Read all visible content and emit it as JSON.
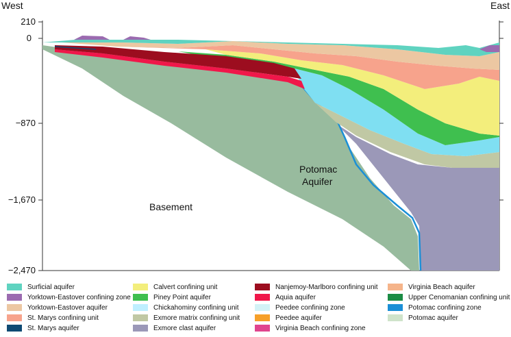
{
  "header": {
    "west_label": "West",
    "east_label": "East"
  },
  "axis": {
    "ticks": [
      "210",
      "0",
      "−870",
      "−1,670",
      "−2,470"
    ]
  },
  "labels": {
    "potomac_line1": "Potomac",
    "potomac_line2": "Aquifer",
    "basement": "Basement"
  },
  "legend": [
    {
      "label": "Surficial aquifer",
      "color": "#5fd3c0"
    },
    {
      "label": "Yorktown-Eastover confining zone",
      "color": "#9b6bb0"
    },
    {
      "label": "Yorktown-Eastover aquifer",
      "color": "#ecc7a2"
    },
    {
      "label": "St. Marys confining unit",
      "color": "#f7a38c"
    },
    {
      "label": "St. Marys aquifer",
      "color": "#0f4a73"
    },
    {
      "label": "Calvert confining unit",
      "color": "#f3ee7c"
    },
    {
      "label": "Piney Point aquifer",
      "color": "#3fbf4f"
    },
    {
      "label": "Chickahominy confining unit",
      "color": "#bfefff"
    },
    {
      "label": "Exmore matrix confining unit",
      "color": "#c0c8a4"
    },
    {
      "label": "Exmore clast aquifer",
      "color": "#9b98b8"
    },
    {
      "label": "Nanjemoy-Marlboro confining unit",
      "color": "#9c0d1f"
    },
    {
      "label": "Aquia aquifer",
      "color": "#f0174a"
    },
    {
      "label": "Peedee confining zone",
      "color": "#d3f2f6"
    },
    {
      "label": "Peedee aquifer",
      "color": "#f6a02a"
    },
    {
      "label": "Virginia Beach confining zone",
      "color": "#e0448e"
    },
    {
      "label": "Virginia Beach aquifer",
      "color": "#f5b48a"
    },
    {
      "label": "Upper Cenomanian confining unit",
      "color": "#1c8c45"
    },
    {
      "label": "Potomac confining zone",
      "color": "#1b8fd6"
    },
    {
      "label": "Potomac aquifer",
      "color": "#cfe3ca"
    }
  ],
  "colors": {
    "basement": "#98bb9e",
    "potomac_aquifer_light": "#7fdff2",
    "exmore_clast": "#9b98b8"
  }
}
